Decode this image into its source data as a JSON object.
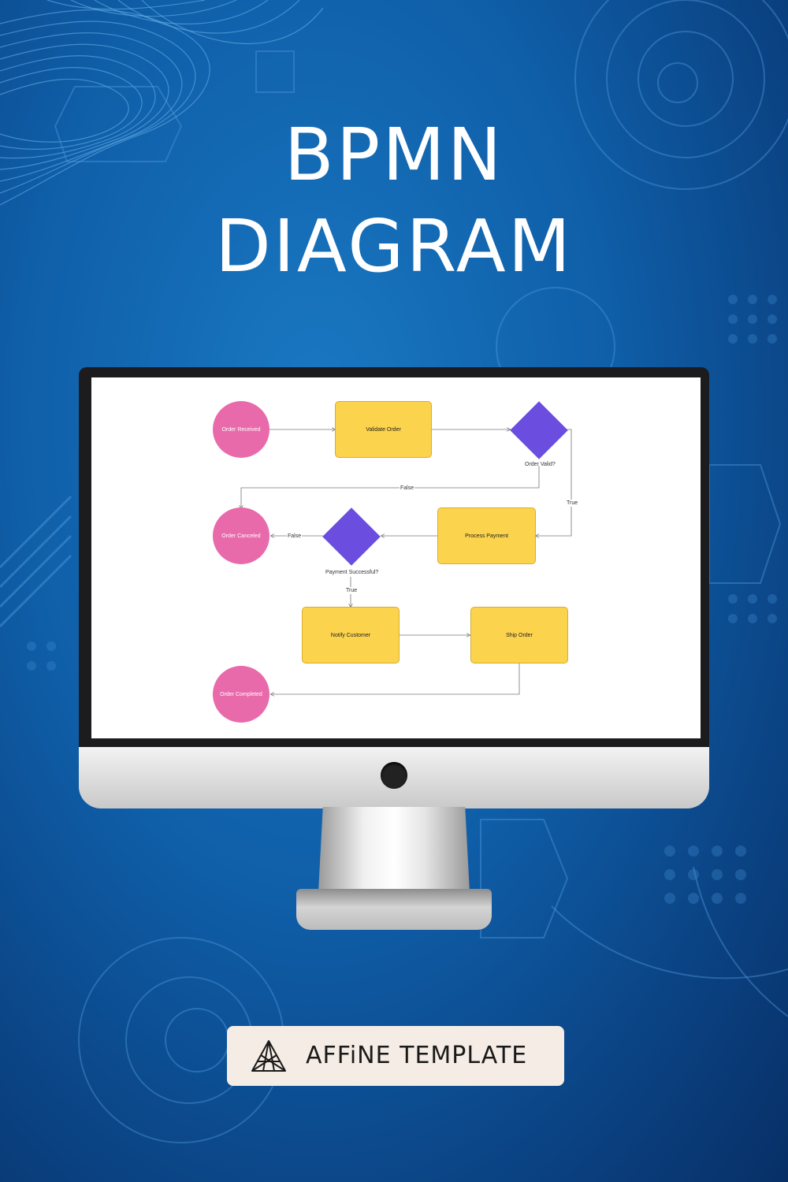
{
  "poster": {
    "title_line1": "BPMN",
    "title_line2": "DIAGRAM"
  },
  "diagram": {
    "nodes": {
      "order_received": "Order Received",
      "validate_order": "Validate Order",
      "order_valid": "Order Valid?",
      "process_payment": "Process Payment",
      "order_canceled": "Order Canceled",
      "payment_successful": "Payment Successful?",
      "notify_customer": "Notify Customer",
      "ship_order": "Ship Order",
      "order_completed": "Order Completed"
    },
    "edge_labels": {
      "valid_false": "False",
      "valid_true": "True",
      "payment_false": "False",
      "payment_true": "True"
    },
    "colors": {
      "event": "#e96aab",
      "task": "#fcd34d",
      "gateway": "#6b4ee0"
    }
  },
  "badge": {
    "text": "AFFiNE TEMPLATE",
    "logo_icon": "affine-logo-icon"
  }
}
